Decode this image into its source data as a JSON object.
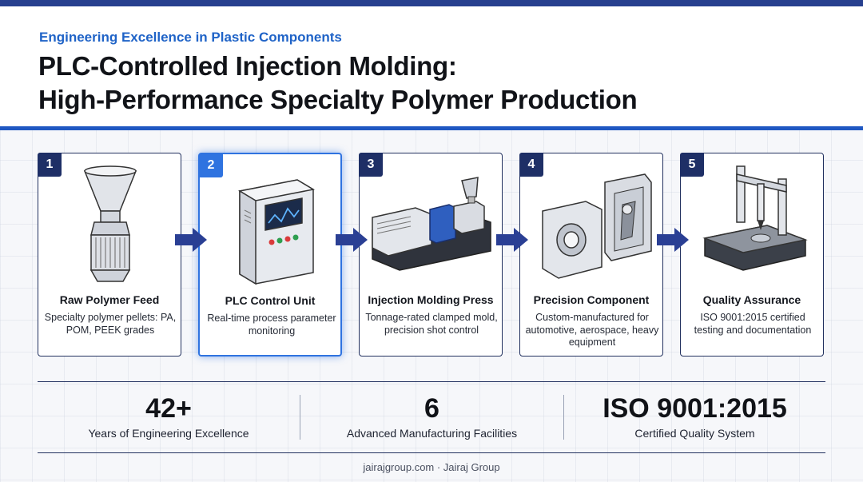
{
  "header": {
    "subtitle": "Engineering Excellence in Plastic Components",
    "title_line1": "PLC-Controlled Injection Molding:",
    "title_line2": "High-Performance Specialty Polymer Production"
  },
  "steps": [
    {
      "number": "1",
      "title": "Raw Polymer Feed",
      "description": "Specialty polymer pellets: PA, POM, PEEK grades",
      "icon": "hopper-icon"
    },
    {
      "number": "2",
      "title": "PLC Control Unit",
      "description": "Real-time process parameter monitoring",
      "icon": "plc-cabinet-icon",
      "active": true
    },
    {
      "number": "3",
      "title": "Injection Molding Press",
      "description": "Tonnage-rated clamped mold, precision shot control",
      "icon": "injection-press-icon"
    },
    {
      "number": "4",
      "title": "Precision Component",
      "description": "Custom-manufactured for automotive, aerospace, heavy equipment",
      "icon": "mold-component-icon"
    },
    {
      "number": "5",
      "title": "Quality Assurance",
      "description": "ISO 9001:2015 certified testing and documentation",
      "icon": "cmm-machine-icon"
    }
  ],
  "stats": [
    {
      "value": "42+",
      "label": "Years of Engineering Excellence"
    },
    {
      "value": "6",
      "label": "Advanced Manufacturing Facilities"
    },
    {
      "value": "ISO 9001:2015",
      "label": "Certified Quality System"
    }
  ],
  "footer": {
    "text": "jairajgroup.com · Jairaj Group"
  },
  "colors": {
    "navy": "#1e2f66",
    "accent_blue": "#2f73e0",
    "title_blue": "#1f63c7",
    "arrow_blue": "#2a3f94"
  }
}
